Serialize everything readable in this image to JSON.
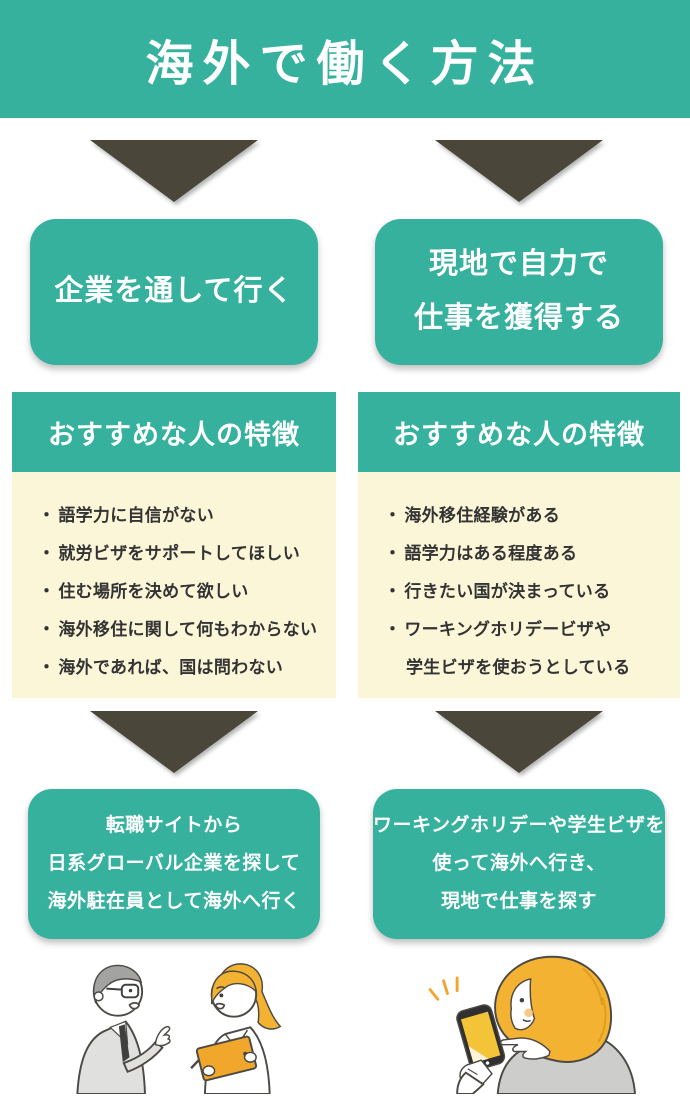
{
  "title": "海外で働く方法",
  "bullet_char": "・",
  "colors": {
    "teal": "#35b19d",
    "arrow_dark": "#4a4639",
    "panel_cream": "#fbf6d8",
    "text_dark": "#333333",
    "hair_yellow": "#f3b232",
    "folder_orange": "#f0a72b"
  },
  "icons": {
    "flow_arrow": "arrow-down-icon"
  },
  "columns": [
    {
      "id": "company-route",
      "method": {
        "lines": [
          "企業を通して行く"
        ]
      },
      "features": {
        "heading": "おすすめな人の特徴",
        "items": [
          "語学力に自信がない",
          "就労ビザをサポートしてほしい",
          "住む場所を決めて欲しい",
          "海外移住に関して何もわからない",
          "海外であれば、国は問わない"
        ]
      },
      "result": {
        "lines": [
          "転職サイトから",
          "日系グローバル企業を探して",
          "海外駐在員として海外へ行く"
        ]
      },
      "illustration": "business-people-talking"
    },
    {
      "id": "self-route",
      "method": {
        "lines": [
          "現地で自力で",
          "仕事を獲得する"
        ]
      },
      "features": {
        "heading": "おすすめな人の特徴",
        "items": [
          "海外移住経験がある",
          "語学力はある程度ある",
          "行きたい国が決まっている",
          "ワーキングホリデービザや"
        ],
        "continuation": "学生ビザを使おうとしている"
      },
      "result": {
        "lines": [
          "ワーキングホリデーや学生ビザを",
          "使って海外へ行き、",
          "現地で仕事を探す"
        ]
      },
      "illustration": "woman-using-smartphone"
    }
  ]
}
